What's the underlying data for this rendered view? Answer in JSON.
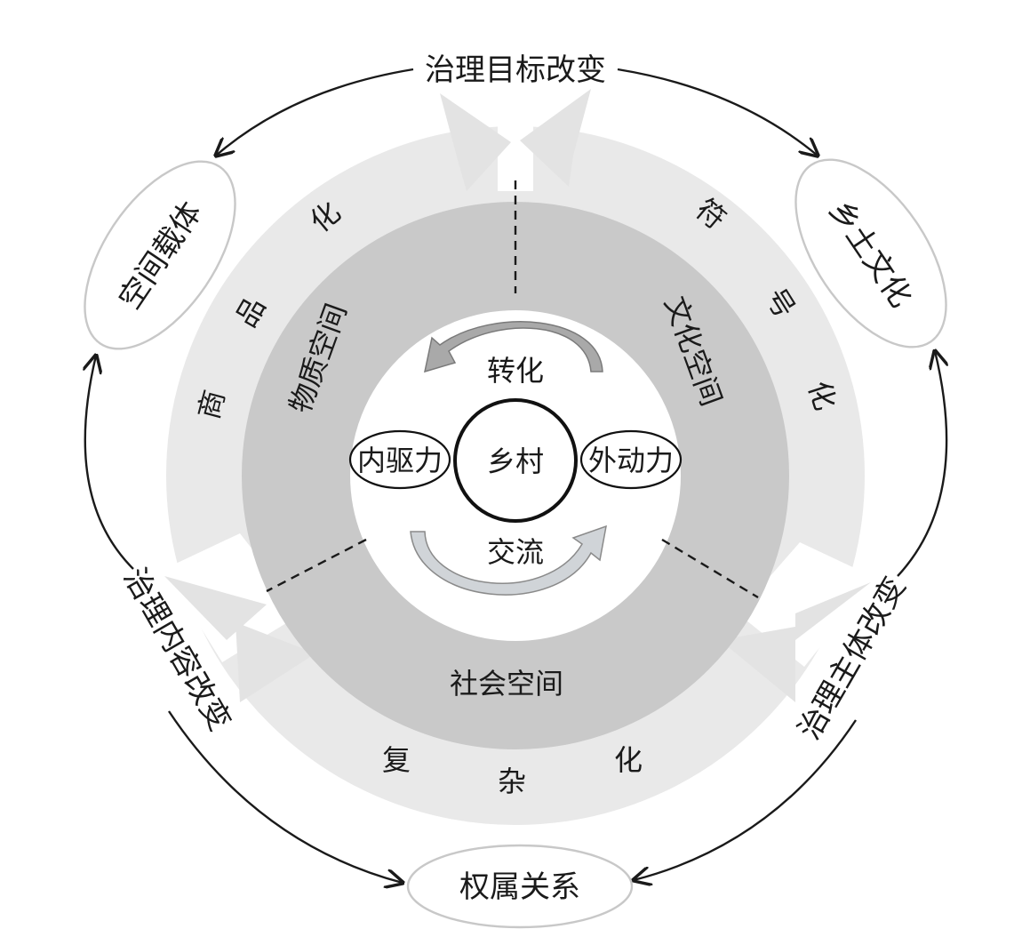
{
  "outer": {
    "top": "治理目标改变",
    "left_oval": "空间载体",
    "right_oval": "乡土文化",
    "bottom_oval": "权属关系",
    "lower_left": "治理内容改变",
    "lower_right": "治理主体改变"
  },
  "arrow_ring": {
    "left_chars": [
      "商",
      "品",
      "化"
    ],
    "right_chars": [
      "符",
      "号",
      "化"
    ],
    "bottom_chars": [
      "复",
      "杂",
      "化"
    ]
  },
  "inner_ring": {
    "material": "物质空间",
    "culture": "文化空间",
    "social": "社会空间"
  },
  "core": {
    "center": "乡村",
    "left": "内驱力",
    "right": "外动力",
    "top": "转化",
    "bottom": "交流"
  }
}
